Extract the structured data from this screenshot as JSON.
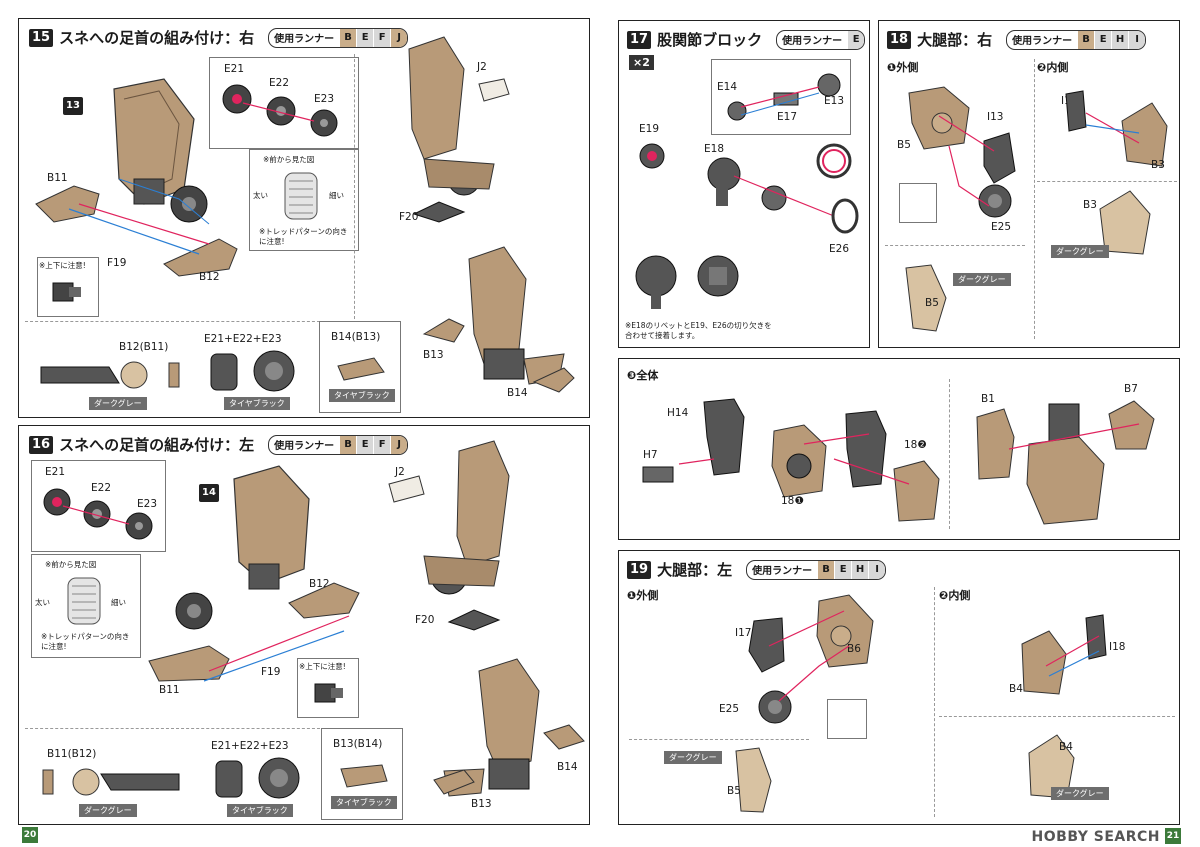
{
  "runner_label": "使用ランナー",
  "colors": {
    "sand": "#c9ad8a",
    "dark_gray": "#555555",
    "light_gray": "#d8d8d8",
    "arrow_red": "#e0245e",
    "arrow_blue": "#2b7fd4"
  },
  "step15": {
    "num": "15",
    "title": "スネへの足首の組み付け：右",
    "runners": [
      "B",
      "E",
      "F",
      "J"
    ],
    "ref": "13",
    "parts": {
      "e21": "E21",
      "e22": "E22",
      "e23": "E23",
      "j2": "J2",
      "f20": "F20",
      "b11": "B11",
      "b12": "B12",
      "f19": "F19",
      "b13": "B13",
      "b14": "B14"
    },
    "front_view": "※前から見た図",
    "thick": "太い",
    "thin": "細い",
    "tread_note": "※トレッドパターンの向きに注意!",
    "updown_note": "※上下に注意!",
    "opt1_label": "B12(B11)",
    "opt1_color": "ダークグレー",
    "opt2_label": "E21+E22+E23",
    "opt2_color": "タイヤブラック",
    "opt3_label": "B14(B13)",
    "opt3_color": "タイヤブラック"
  },
  "step16": {
    "num": "16",
    "title": "スネへの足首の組み付け：左",
    "runners": [
      "B",
      "E",
      "F",
      "J"
    ],
    "ref": "14",
    "parts": {
      "e21": "E21",
      "e22": "E22",
      "e23": "E23",
      "j2": "J2",
      "f20": "F20",
      "b11": "B11",
      "b12": "B12",
      "f19": "F19",
      "b13": "B13",
      "b14": "B14"
    },
    "front_view": "※前から見た図",
    "thick": "太い",
    "thin": "細い",
    "tread_note": "※トレッドパターンの向きに注意!",
    "updown_note": "※上下に注意!",
    "opt1_label": "B11(B12)",
    "opt1_color": "ダークグレー",
    "opt2_label": "E21+E22+E23",
    "opt2_color": "タイヤブラック",
    "opt3_label": "B13(B14)",
    "opt3_color": "タイヤブラック"
  },
  "step17": {
    "num": "17",
    "title": "股関節ブロック",
    "runners": [
      "E"
    ],
    "qty": "×2",
    "parts": {
      "e14": "E14",
      "e13": "E13",
      "e17": "E17",
      "e19": "E19",
      "e18": "E18",
      "e26": "E26"
    },
    "note": "※E18のリベットとE19、E26の切り欠きを合わせて接着します。"
  },
  "step18": {
    "num": "18",
    "title": "大腿部：右",
    "runners": [
      "B",
      "E",
      "H",
      "I"
    ],
    "outer": "❶外側",
    "inner": "❷内側",
    "parts": {
      "b5": "B5",
      "i13": "I13",
      "e25": "E25",
      "i14": "I14",
      "b3": "B3",
      "b3b": "B3",
      "b5b": "B5"
    },
    "dark_gray": "ダークグレー"
  },
  "step_whole": {
    "label": "❸全体",
    "parts": {
      "h14": "H14",
      "h7": "H7",
      "ref1": "18❶",
      "ref2": "18❷",
      "b1": "B1",
      "b7": "B7"
    }
  },
  "step19": {
    "num": "19",
    "title": "大腿部：左",
    "runners": [
      "B",
      "E",
      "H",
      "I"
    ],
    "outer": "❶外側",
    "inner": "❷内側",
    "parts": {
      "i17": "I17",
      "b6": "B6",
      "e25": "E25",
      "i18": "I18",
      "b4": "B4",
      "b4b": "B4",
      "b5": "B5"
    },
    "dark_gray": "ダークグレー"
  },
  "pages": {
    "left": "20",
    "right": "21"
  },
  "watermark": "HOBBY SEARCH"
}
